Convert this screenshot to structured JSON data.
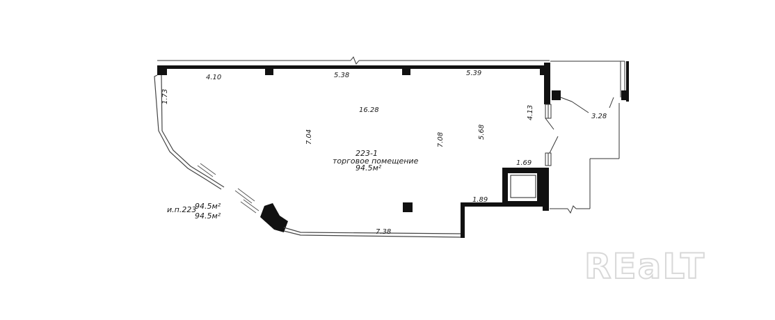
{
  "room": {
    "number": "223-1",
    "name": "торговое помещение",
    "area": "94.5м²"
  },
  "summary": {
    "label": "и.п.223",
    "total_area": "94.5м²",
    "living_area": "94.5м²"
  },
  "dimensions": {
    "top_1": "4.10",
    "top_2": "5.38",
    "top_3": "5.39",
    "left_top": "1.73",
    "inner_length": "16.28",
    "depth_1": "7.04",
    "depth_2": "7.08",
    "depth_3": "5.68",
    "right_wall": "4.13",
    "corridor": "3.28",
    "niche_width": "1.69",
    "step": "1.89",
    "bottom": "7.38"
  },
  "watermark": {
    "text": "REaLT"
  }
}
